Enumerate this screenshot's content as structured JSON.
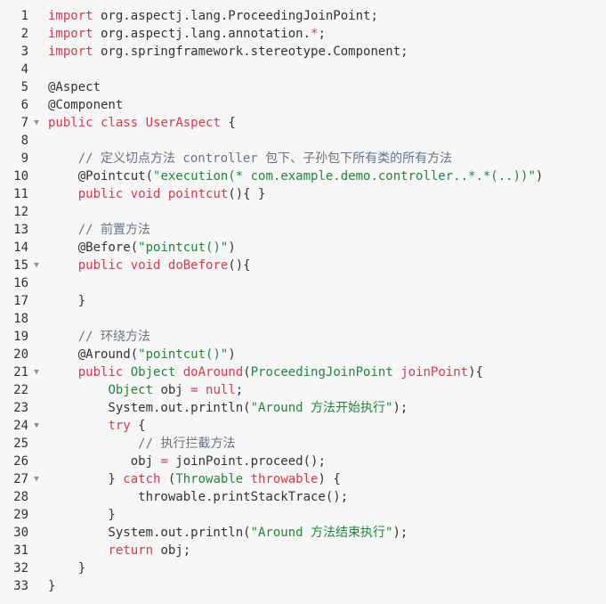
{
  "lines": [
    {
      "n": "1",
      "fold": false,
      "tokens": [
        [
          "keyword",
          "import"
        ],
        [
          "default",
          " org.aspectj.lang.ProceedingJoinPoint;"
        ]
      ]
    },
    {
      "n": "2",
      "fold": false,
      "tokens": [
        [
          "keyword",
          "import"
        ],
        [
          "default",
          " org.aspectj.lang.annotation."
        ],
        [
          "keyword",
          "*"
        ],
        [
          "default",
          ";"
        ]
      ]
    },
    {
      "n": "3",
      "fold": false,
      "tokens": [
        [
          "keyword",
          "import"
        ],
        [
          "default",
          " org.springframework.stereotype.Component;"
        ]
      ]
    },
    {
      "n": "4",
      "fold": false,
      "tokens": []
    },
    {
      "n": "5",
      "fold": false,
      "tokens": [
        [
          "annotation",
          "@Aspect"
        ]
      ]
    },
    {
      "n": "6",
      "fold": false,
      "tokens": [
        [
          "annotation",
          "@Component"
        ]
      ]
    },
    {
      "n": "7",
      "fold": true,
      "tokens": [
        [
          "keyword",
          "public"
        ],
        [
          "default",
          " "
        ],
        [
          "keyword",
          "class"
        ],
        [
          "default",
          " "
        ],
        [
          "method",
          "UserAspect"
        ],
        [
          "default",
          " {"
        ]
      ]
    },
    {
      "n": "8",
      "fold": false,
      "tokens": []
    },
    {
      "n": "9",
      "fold": false,
      "tokens": [
        [
          "default",
          "    "
        ],
        [
          "comment",
          "// 定义切点方法 controller 包下、子孙包下所有类的所有方法"
        ]
      ]
    },
    {
      "n": "10",
      "fold": false,
      "tokens": [
        [
          "default",
          "    @Pointcut("
        ],
        [
          "string",
          "\"execution(* com.example.demo.controller..*.*(..))\""
        ],
        [
          "default",
          ")"
        ]
      ]
    },
    {
      "n": "11",
      "fold": false,
      "tokens": [
        [
          "default",
          "    "
        ],
        [
          "keyword",
          "public"
        ],
        [
          "default",
          " "
        ],
        [
          "keyword",
          "void"
        ],
        [
          "default",
          " "
        ],
        [
          "method",
          "pointcut"
        ],
        [
          "default",
          "(){ }"
        ]
      ]
    },
    {
      "n": "12",
      "fold": false,
      "tokens": []
    },
    {
      "n": "13",
      "fold": false,
      "tokens": [
        [
          "default",
          "    "
        ],
        [
          "comment",
          "// 前置方法"
        ]
      ]
    },
    {
      "n": "14",
      "fold": false,
      "tokens": [
        [
          "default",
          "    @Before("
        ],
        [
          "string",
          "\"pointcut()\""
        ],
        [
          "default",
          ")"
        ]
      ]
    },
    {
      "n": "15",
      "fold": true,
      "tokens": [
        [
          "default",
          "    "
        ],
        [
          "keyword",
          "public"
        ],
        [
          "default",
          " "
        ],
        [
          "keyword",
          "void"
        ],
        [
          "default",
          " "
        ],
        [
          "method",
          "doBefore"
        ],
        [
          "default",
          "(){"
        ]
      ]
    },
    {
      "n": "16",
      "fold": false,
      "tokens": []
    },
    {
      "n": "17",
      "fold": false,
      "tokens": [
        [
          "default",
          "    }"
        ]
      ]
    },
    {
      "n": "18",
      "fold": false,
      "tokens": []
    },
    {
      "n": "19",
      "fold": false,
      "tokens": [
        [
          "default",
          "    "
        ],
        [
          "comment",
          "// 环绕方法"
        ]
      ]
    },
    {
      "n": "20",
      "fold": false,
      "tokens": [
        [
          "default",
          "    @Around("
        ],
        [
          "string",
          "\"pointcut()\""
        ],
        [
          "default",
          ")"
        ]
      ]
    },
    {
      "n": "21",
      "fold": true,
      "tokens": [
        [
          "default",
          "    "
        ],
        [
          "keyword",
          "public"
        ],
        [
          "default",
          " "
        ],
        [
          "string",
          "Object"
        ],
        [
          "default",
          " "
        ],
        [
          "method",
          "doAround"
        ],
        [
          "default",
          "("
        ],
        [
          "string",
          "ProceedingJoinPoint"
        ],
        [
          "default",
          " "
        ],
        [
          "method",
          "joinPoint"
        ],
        [
          "default",
          "){"
        ]
      ]
    },
    {
      "n": "22",
      "fold": false,
      "tokens": [
        [
          "default",
          "        "
        ],
        [
          "string",
          "Object"
        ],
        [
          "default",
          " obj "
        ],
        [
          "keyword",
          "="
        ],
        [
          "default",
          " "
        ],
        [
          "keyword",
          "null"
        ],
        [
          "default",
          ";"
        ]
      ]
    },
    {
      "n": "23",
      "fold": false,
      "tokens": [
        [
          "default",
          "        System.out.println("
        ],
        [
          "string",
          "\"Around 方法开始执行\""
        ],
        [
          "default",
          ");"
        ]
      ]
    },
    {
      "n": "24",
      "fold": true,
      "tokens": [
        [
          "default",
          "        "
        ],
        [
          "keyword",
          "try"
        ],
        [
          "default",
          " {"
        ]
      ]
    },
    {
      "n": "25",
      "fold": false,
      "tokens": [
        [
          "default",
          "            "
        ],
        [
          "comment",
          "// 执行拦截方法"
        ]
      ]
    },
    {
      "n": "26",
      "fold": false,
      "tokens": [
        [
          "default",
          "           obj "
        ],
        [
          "keyword",
          "="
        ],
        [
          "default",
          " joinPoint.proceed();"
        ]
      ]
    },
    {
      "n": "27",
      "fold": true,
      "tokens": [
        [
          "default",
          "        } "
        ],
        [
          "keyword",
          "catch"
        ],
        [
          "default",
          " ("
        ],
        [
          "string",
          "Throwable"
        ],
        [
          "default",
          " "
        ],
        [
          "method",
          "throwable"
        ],
        [
          "default",
          ") {"
        ]
      ]
    },
    {
      "n": "28",
      "fold": false,
      "tokens": [
        [
          "default",
          "            throwable.printStackTrace();"
        ]
      ]
    },
    {
      "n": "29",
      "fold": false,
      "tokens": [
        [
          "default",
          "        }"
        ]
      ]
    },
    {
      "n": "30",
      "fold": false,
      "tokens": [
        [
          "default",
          "        System.out.println("
        ],
        [
          "string",
          "\"Around 方法结束执行\""
        ],
        [
          "default",
          ");"
        ]
      ]
    },
    {
      "n": "31",
      "fold": false,
      "tokens": [
        [
          "default",
          "        "
        ],
        [
          "keyword",
          "return"
        ],
        [
          "default",
          " obj;"
        ]
      ]
    },
    {
      "n": "32",
      "fold": false,
      "tokens": [
        [
          "default",
          "    }"
        ]
      ]
    },
    {
      "n": "33",
      "fold": false,
      "tokens": [
        [
          "default",
          "}"
        ]
      ]
    }
  ]
}
